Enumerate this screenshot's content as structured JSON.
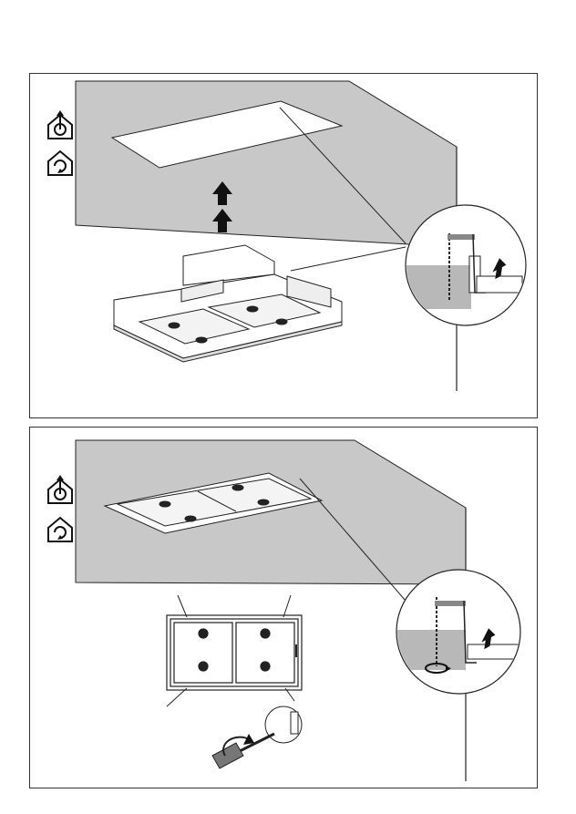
{
  "page": {
    "panels": [
      {
        "name": "ceiling-recess-step",
        "icons": [
          "ducted-exhaust-icon",
          "recirculation-icon"
        ],
        "detail": "side-clamp-insertion"
      },
      {
        "name": "fastening-step",
        "icons": [
          "ducted-exhaust-icon",
          "recirculation-icon"
        ],
        "detail": "screw-tightening"
      }
    ]
  },
  "colors": {
    "ceiling": "#c8c8c8",
    "line": "#222222",
    "arrow": "#111111"
  }
}
